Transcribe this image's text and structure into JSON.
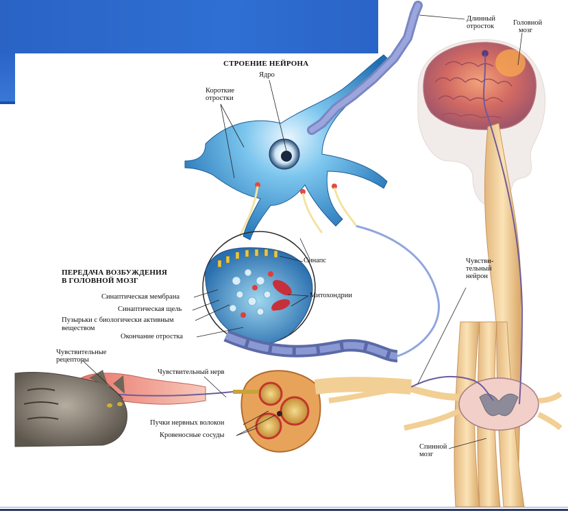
{
  "slide": {
    "banner_color": "#2f6fd3"
  },
  "diagram": {
    "title_structure": "СТРОЕНИЕ НЕЙРОНА",
    "title_transmission_line1": "ПЕРЕДАЧА ВОЗБУЖДЕНИЯ",
    "title_transmission_line2": "В ГОЛОВНОЙ МОЗГ",
    "labels": {
      "long_process_1": "Длинный",
      "long_process_2": "отросток",
      "brain_1": "Головной",
      "brain_2": "мозг",
      "nucleus": "Ядро",
      "short_processes_1": "Короткие",
      "short_processes_2": "отростки",
      "synapse": "Синапс",
      "synaptic_membrane": "Синаптическая мембрана",
      "synaptic_cleft": "Синаптическая щель",
      "vesicles_1": "Пузырьки с биологически активным",
      "vesicles_2": "веществом",
      "mitochondria": "Митохондрии",
      "process_ending": "Окончание отростка",
      "sensory_neuron_1": "Чувстви-",
      "sensory_neuron_2": "тельный",
      "sensory_neuron_3": "нейрон",
      "sensory_receptors_1": "Чувствительные",
      "sensory_receptors_2": "рецепторы",
      "sensory_nerve": "Чувствительный нерв",
      "nerve_fiber_bundles": "Пучки нервных волокон",
      "blood_vessels": "Кровеносные сосуды",
      "spinal_cord_1": "Спинной",
      "spinal_cord_2": "мозг"
    }
  }
}
